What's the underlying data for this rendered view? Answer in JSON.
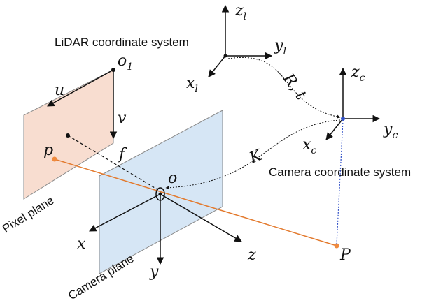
{
  "labels": {
    "lidar_system": "LiDAR coordinate system",
    "camera_system": "Camera coordinate system",
    "pixel_plane": "Pixel plane",
    "camera_plane": "Camera plane"
  },
  "math": {
    "z_l": "z",
    "z_l_sub": "l",
    "y_l": "y",
    "y_l_sub": "l",
    "x_l": "x",
    "x_l_sub": "l",
    "z_c": "z",
    "z_c_sub": "c",
    "y_c": "y",
    "y_c_sub": "c",
    "x_c": "x",
    "x_c_sub": "c",
    "o1": "o",
    "o1_sub": "1",
    "u": "u",
    "v": "v",
    "p": "p",
    "f": "f",
    "o": "o",
    "K": "K",
    "Rt": "R, t",
    "x": "x",
    "y": "y",
    "z": "z",
    "P": "P"
  },
  "colors": {
    "pixel_plane_fill": "#f8ddd0",
    "camera_plane_fill": "#d6e6f5",
    "ray": "#e37a2e",
    "point": "#ef8a3e",
    "projection_line": "#2f4fc7",
    "ink": "#111111"
  }
}
